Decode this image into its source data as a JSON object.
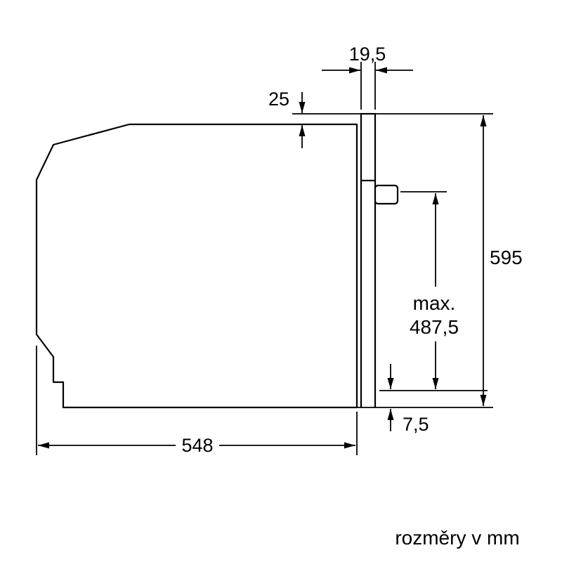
{
  "colors": {
    "line": "#000000",
    "background": "#ffffff"
  },
  "dimensions": {
    "door_thickness": {
      "label": "19,5"
    },
    "top_clearance": {
      "label": "25"
    },
    "overall_height": {
      "label": "595"
    },
    "max_height": {
      "line1": "max.",
      "line2": "487,5"
    },
    "bottom_clearance": {
      "label": "7,5"
    },
    "body_depth": {
      "label": "548"
    }
  },
  "footer": {
    "note": "rozměry v mm"
  }
}
